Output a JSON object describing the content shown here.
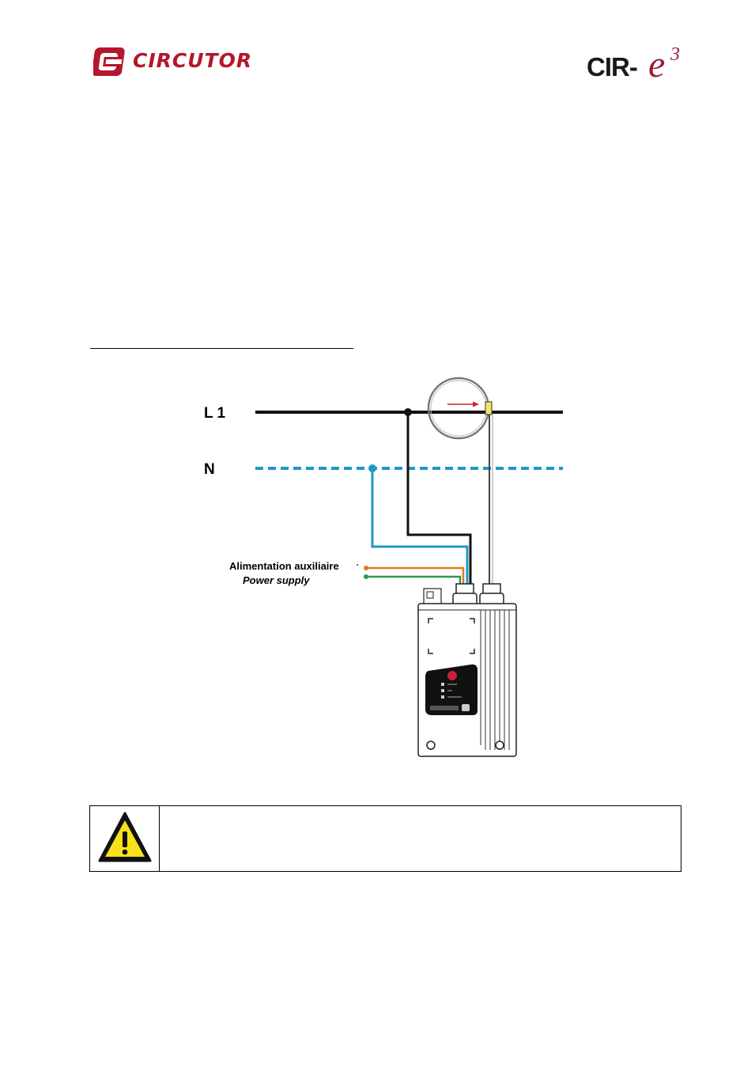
{
  "header": {
    "left_logo_text": "CIRCUTOR",
    "right_logo_text": "CIR-",
    "right_logo_e": "e",
    "right_logo_sup": "3"
  },
  "diagram": {
    "line_l1_label": "L 1",
    "line_n_label": "N",
    "aux_label_fr": "Alimentation auxiliaire",
    "aux_label_en": "Power supply",
    "colors": {
      "phase": "#111111",
      "neutral": "#1f97c8",
      "aux_orange": "#e07b1c",
      "aux_green": "#2e9a4a",
      "arrow": "#d32020",
      "warning_yellow": "#f7e11a"
    }
  },
  "warning": {
    "icon": "warning-triangle-icon",
    "text": ""
  }
}
